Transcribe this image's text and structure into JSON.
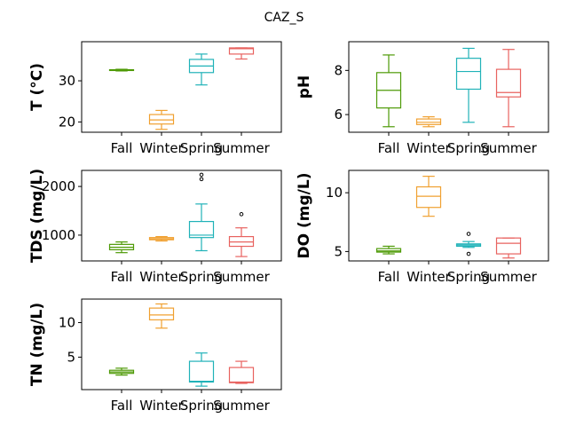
{
  "figure": {
    "title": "CAZ_S"
  },
  "colors": {
    "Fall": "#4e9a06",
    "Winter": "#f0a030",
    "Spring": "#20b2b8",
    "Summer": "#e8625f"
  },
  "chart_data": [
    {
      "type": "box",
      "ylabel": "T  (°C)",
      "ylim": [
        17.5,
        39.5
      ],
      "yticks": [
        20,
        30
      ],
      "categories": [
        "Fall",
        "Winter",
        "Spring",
        "Summer"
      ],
      "boxes": [
        {
          "min": 32.4,
          "q1": 32.5,
          "median": 32.6,
          "q3": 32.7,
          "max": 32.8,
          "outliers": []
        },
        {
          "min": 18.2,
          "q1": 19.5,
          "median": 20.5,
          "q3": 21.8,
          "max": 22.8,
          "outliers": []
        },
        {
          "min": 29.0,
          "q1": 32.0,
          "median": 33.6,
          "q3": 35.2,
          "max": 36.5,
          "outliers": []
        },
        {
          "min": 35.3,
          "q1": 36.5,
          "median": 37.8,
          "q3": 38.0,
          "max": 38.0,
          "outliers": []
        }
      ]
    },
    {
      "type": "box",
      "ylabel": "pH",
      "ylim": [
        5.2,
        9.3
      ],
      "yticks": [
        6,
        8
      ],
      "categories": [
        "Fall",
        "Winter",
        "Spring",
        "Summer"
      ],
      "boxes": [
        {
          "min": 5.45,
          "q1": 6.3,
          "median": 7.1,
          "q3": 7.9,
          "max": 8.7,
          "outliers": []
        },
        {
          "min": 5.45,
          "q1": 5.55,
          "median": 5.65,
          "q3": 5.8,
          "max": 5.9,
          "outliers": []
        },
        {
          "min": 5.65,
          "q1": 7.15,
          "median": 7.95,
          "q3": 8.55,
          "max": 9.0,
          "outliers": []
        },
        {
          "min": 5.45,
          "q1": 6.8,
          "median": 7.0,
          "q3": 8.05,
          "max": 8.95,
          "outliers": []
        }
      ]
    },
    {
      "type": "box",
      "ylabel": "TDS (mg/L)",
      "ylim": [
        470,
        2330
      ],
      "yticks": [
        1000,
        2000
      ],
      "categories": [
        "Fall",
        "Winter",
        "Spring",
        "Summer"
      ],
      "boxes": [
        {
          "min": 640,
          "q1": 700,
          "median": 750,
          "q3": 810,
          "max": 860,
          "outliers": []
        },
        {
          "min": 880,
          "q1": 905,
          "median": 925,
          "q3": 950,
          "max": 970,
          "outliers": []
        },
        {
          "min": 680,
          "q1": 950,
          "median": 1000,
          "q3": 1280,
          "max": 1640,
          "outliers": [
            2150,
            2240
          ]
        },
        {
          "min": 560,
          "q1": 770,
          "median": 860,
          "q3": 970,
          "max": 1150,
          "outliers": [
            1430
          ]
        }
      ]
    },
    {
      "type": "box",
      "ylabel": "DO (mg/L)",
      "ylim": [
        4.2,
        11.9
      ],
      "yticks": [
        5,
        10
      ],
      "categories": [
        "Fall",
        "Winter",
        "Spring",
        "Summer"
      ],
      "boxes": [
        {
          "min": 4.8,
          "q1": 4.95,
          "median": 5.05,
          "q3": 5.25,
          "max": 5.45,
          "outliers": []
        },
        {
          "min": 8.0,
          "q1": 8.75,
          "median": 9.7,
          "q3": 10.5,
          "max": 11.4,
          "outliers": []
        },
        {
          "min": 5.35,
          "q1": 5.45,
          "median": 5.55,
          "q3": 5.65,
          "max": 5.85,
          "outliers": [
            6.5,
            4.8
          ]
        },
        {
          "min": 4.45,
          "q1": 4.8,
          "median": 5.7,
          "q3": 6.15,
          "max": 6.15,
          "outliers": []
        }
      ]
    },
    {
      "type": "box",
      "ylabel": "TN (mg/L)",
      "ylim": [
        0.3,
        13.4
      ],
      "yticks": [
        5,
        10
      ],
      "categories": [
        "Fall",
        "Winter",
        "Spring",
        "Summer"
      ],
      "boxes": [
        {
          "min": 2.4,
          "q1": 2.65,
          "median": 2.85,
          "q3": 3.1,
          "max": 3.4,
          "outliers": []
        },
        {
          "min": 9.2,
          "q1": 10.4,
          "median": 11.1,
          "q3": 12.1,
          "max": 12.7,
          "outliers": []
        },
        {
          "min": 0.8,
          "q1": 1.4,
          "median": 1.5,
          "q3": 4.4,
          "max": 5.6,
          "outliers": []
        },
        {
          "min": 1.2,
          "q1": 1.3,
          "median": 1.4,
          "q3": 3.5,
          "max": 4.4,
          "outliers": []
        }
      ]
    }
  ]
}
